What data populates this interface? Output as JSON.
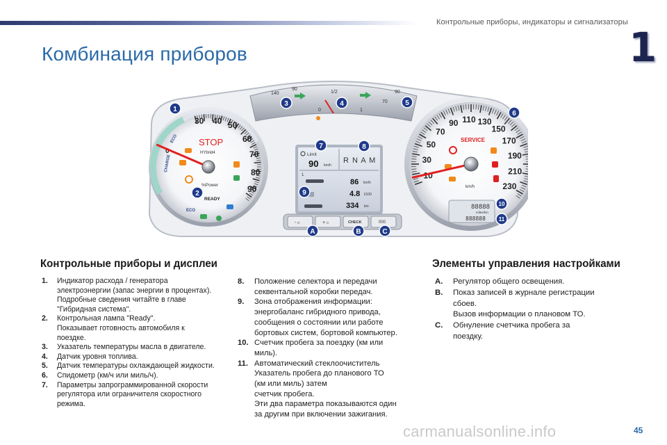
{
  "header": {
    "chapter_title": "Контрольные приборы, индикаторы и сигнализаторы",
    "chapter_number": "1"
  },
  "page_title": "Комбинация приборов",
  "cluster": {
    "callouts": [
      "1",
      "2",
      "3",
      "4",
      "5",
      "6",
      "7",
      "8",
      "9",
      "10",
      "11",
      "A",
      "B",
      "C"
    ],
    "left_dial": {
      "scale": [
        "30",
        "40",
        "50",
        "60",
        "70",
        "80",
        "90"
      ],
      "zone_labels": [
        "ECO",
        "CHARGE",
        "0",
        "ECO"
      ],
      "stop_text": "STOP",
      "hybrid_text": "HYbrid4",
      "power_text": "%Power",
      "ready_text": "READY",
      "needle_value": 0.18
    },
    "top_gauges": {
      "oil_scale": [
        "140",
        "90"
      ],
      "fuel_scale": [
        "0",
        "1/2",
        "1"
      ],
      "coolant_scale": [
        "90",
        "70"
      ]
    },
    "display": {
      "limit_label": "Limit",
      "limit_value": "90",
      "limit_unit": "km/h",
      "gears": "R N A M",
      "gear_level": "1",
      "speed_value": "86",
      "speed_unit": "km/h",
      "consumption_value": "4.8",
      "consumption_unit": "l/100",
      "range_value": "334",
      "range_unit": "km"
    },
    "buttons": {
      "a_label": "-☼",
      "b_label": "+☼",
      "check_label": "CHECK",
      "reset_label": "000"
    },
    "speedometer": {
      "scale": [
        "10",
        "30",
        "50",
        "70",
        "90",
        "110",
        "130",
        "150",
        "170",
        "190",
        "210",
        "230"
      ],
      "service_text": "SERVICE",
      "unit": "km/h",
      "miles_text": "miles/km",
      "odometer": "88888",
      "trip": "888888",
      "needle_value": 0.03
    },
    "colors": {
      "accent_blue": "#2b6aa8",
      "callout_blue": "#1f3a8a",
      "needle_red": "#e02020",
      "eco_green": "#3aa55a",
      "warning_orange": "#f08a1c"
    }
  },
  "section_left": {
    "heading": "Контрольные приборы и дисплеи",
    "items_col1": [
      {
        "num": "1.",
        "text": "Индикатор расхода / генератора\nэлектроэнергии (запас энергии в процентах).\nПодробные сведения читайте в главе\n\"Гибридная система\"."
      },
      {
        "num": "2.",
        "text": "Контрольная лампа \"Ready\".\nПоказывает готовность автомобиля к\nпоездке."
      },
      {
        "num": "3.",
        "text": "Указатель температуры масла в двигателе."
      },
      {
        "num": "4.",
        "text": "Датчик уровня топлива."
      },
      {
        "num": "5.",
        "text": "Датчик температуры охлаждающей жидкости."
      },
      {
        "num": "6.",
        "text": "Спидометр (км/ч или миль/ч)."
      },
      {
        "num": "7.",
        "text": "Параметры запрограммированной скорости\nрегулятора или ограничителя скоростного\nрежима."
      }
    ],
    "items_col2": [
      {
        "num": "8.",
        "text": "Положение селектора и передачи\nсеквентальной коробки передач."
      },
      {
        "num": "9.",
        "text": "Зона отображения информации:\nэнергобаланс гибридного привода,\nсообщения о состоянии или работе\nбортовых систем, бортовой компьютер."
      },
      {
        "num": "10.",
        "text": "Счетчик пробега за поездку (км или\nмиль)."
      },
      {
        "num": "11.",
        "text": "Автоматический стеклоочиститель\nУказатель пробега до планового ТО\n(км или миль) затем\nсчетчик пробега.\nЭти два параметра показываются один\nза другим при включении зажигания."
      }
    ]
  },
  "section_right": {
    "heading": "Элементы управления настройками",
    "items": [
      {
        "num": "A.",
        "text": "Регулятор общего освещения."
      },
      {
        "num": "B.",
        "text": "Показ записей в журнале регистрации\nсбоев.\nВызов информации о плановом ТО."
      },
      {
        "num": "C.",
        "text": "Обнуление счетчика пробега за\nпоездку."
      }
    ]
  },
  "footer": {
    "page_number": "45",
    "watermark": "carmanualsonline.info"
  }
}
